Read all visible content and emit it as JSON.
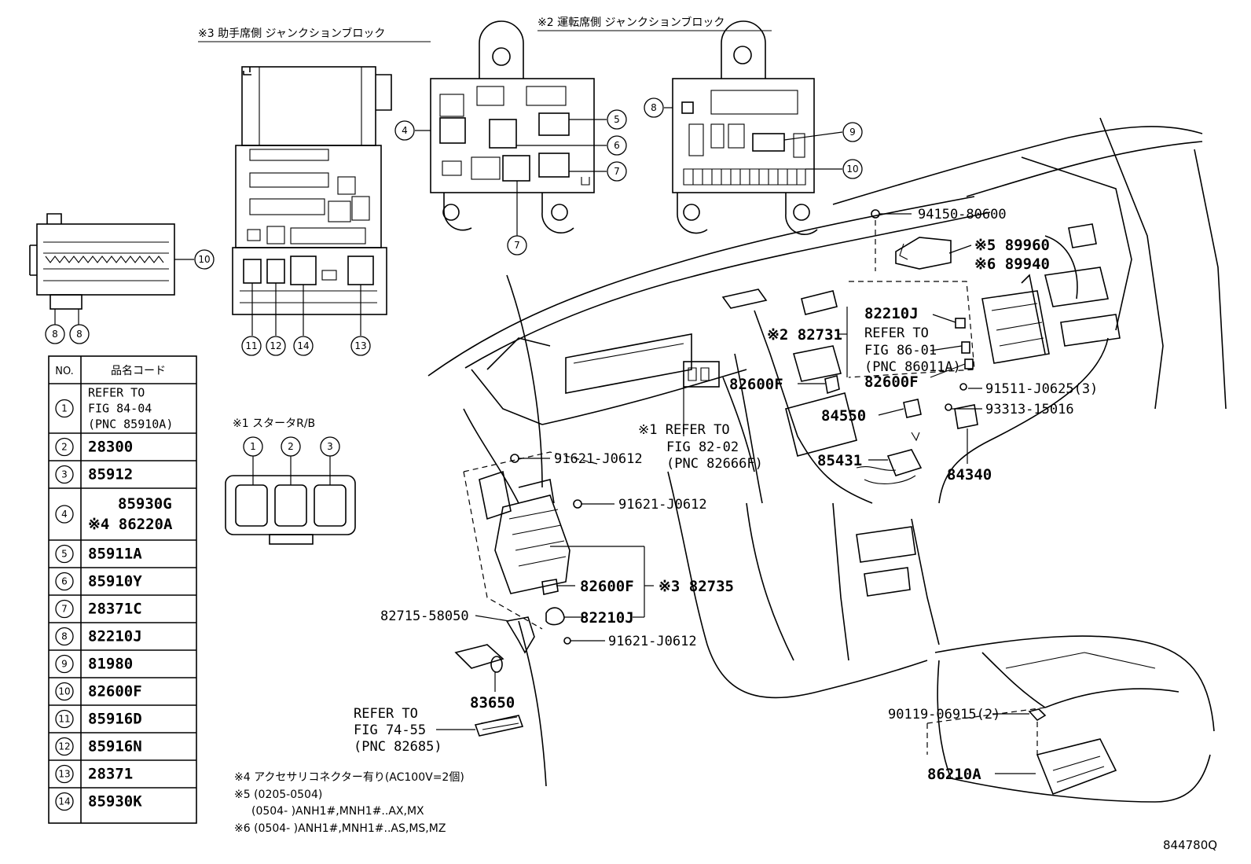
{
  "headers": {
    "h3": "※3 助手席側 ジャンクションブロック",
    "h2": "※2 運転席側 ジャンクションブロック",
    "h1": "※1 スタータR/B"
  },
  "table": {
    "col_no": "NO.",
    "col_name": "品名コード",
    "rows": [
      {
        "no": "1",
        "lines": [
          "REFER TO",
          "FIG 84-04",
          "(PNC 85910A)"
        ]
      },
      {
        "no": "2",
        "lines": [
          "28300"
        ]
      },
      {
        "no": "3",
        "lines": [
          "85912"
        ]
      },
      {
        "no": "4",
        "lines": [
          "85930G",
          "※4 86220A"
        ]
      },
      {
        "no": "5",
        "lines": [
          "85911A"
        ]
      },
      {
        "no": "6",
        "lines": [
          "85910Y"
        ]
      },
      {
        "no": "7",
        "lines": [
          "28371C"
        ]
      },
      {
        "no": "8",
        "lines": [
          "82210J"
        ]
      },
      {
        "no": "9",
        "lines": [
          "81980"
        ]
      },
      {
        "no": "10",
        "lines": [
          "82600F"
        ]
      },
      {
        "no": "11",
        "lines": [
          "85916D"
        ]
      },
      {
        "no": "12",
        "lines": [
          "85916N"
        ]
      },
      {
        "no": "13",
        "lines": [
          "28371"
        ]
      },
      {
        "no": "14",
        "lines": [
          "85930K"
        ]
      }
    ]
  },
  "callouts": {
    "c4": "4",
    "c5": "5",
    "c6": "6",
    "c7a": "7",
    "c7b": "7",
    "c8a": "8",
    "c9": "9",
    "c10a": "10",
    "c10b": "10",
    "c8b": "8",
    "c8c": "8",
    "c11": "11",
    "c12": "12",
    "c14": "14",
    "c13": "13",
    "s1": "1",
    "s2": "2",
    "s3": "3"
  },
  "parts": {
    "p94150": "94150-80600",
    "p89960": "※5 89960",
    "p89940": "※6 89940",
    "p82210J_top": "82210J",
    "p82731": "※2 82731",
    "ref8601_a": "REFER TO",
    "ref8601_b": "FIG 86-01",
    "ref8601_c": "(PNC 86011A)",
    "p82600F_top": "82600F",
    "p82600F_left": "82600F",
    "p91511": "91511-J0625(3)",
    "p93313": "93313-15016",
    "p84550": "84550",
    "p85431": "85431",
    "p84340": "84340",
    "ref8202_a": "※1 REFER TO",
    "ref8202_b": "FIG 82-02",
    "ref8202_c": "(PNC 82666F)",
    "p91621_a": "91621-J0612",
    "p91621_b": "91621-J0612",
    "p91621_c": "91621-J0612",
    "p82735": "※3 82735",
    "p82600F_mid": "82600F",
    "p82210J_mid": "82210J",
    "p82715": "82715-58050",
    "p83650": "83650",
    "ref7455_a": "REFER TO",
    "ref7455_b": "FIG 74-55",
    "ref7455_c": "(PNC 82685)",
    "p90119": "90119-06915(2)",
    "p86210A": "86210A"
  },
  "notes": [
    "※4 アクセサリコネクター有り(AC100V=2個)",
    "※5 (0205-0504)",
    "(0504-        )ANH1#,MNH1#..AX,MX",
    "※6 (0504-        )ANH1#,MNH1#..AS,MS,MZ"
  ],
  "figure_id": "844780Q"
}
